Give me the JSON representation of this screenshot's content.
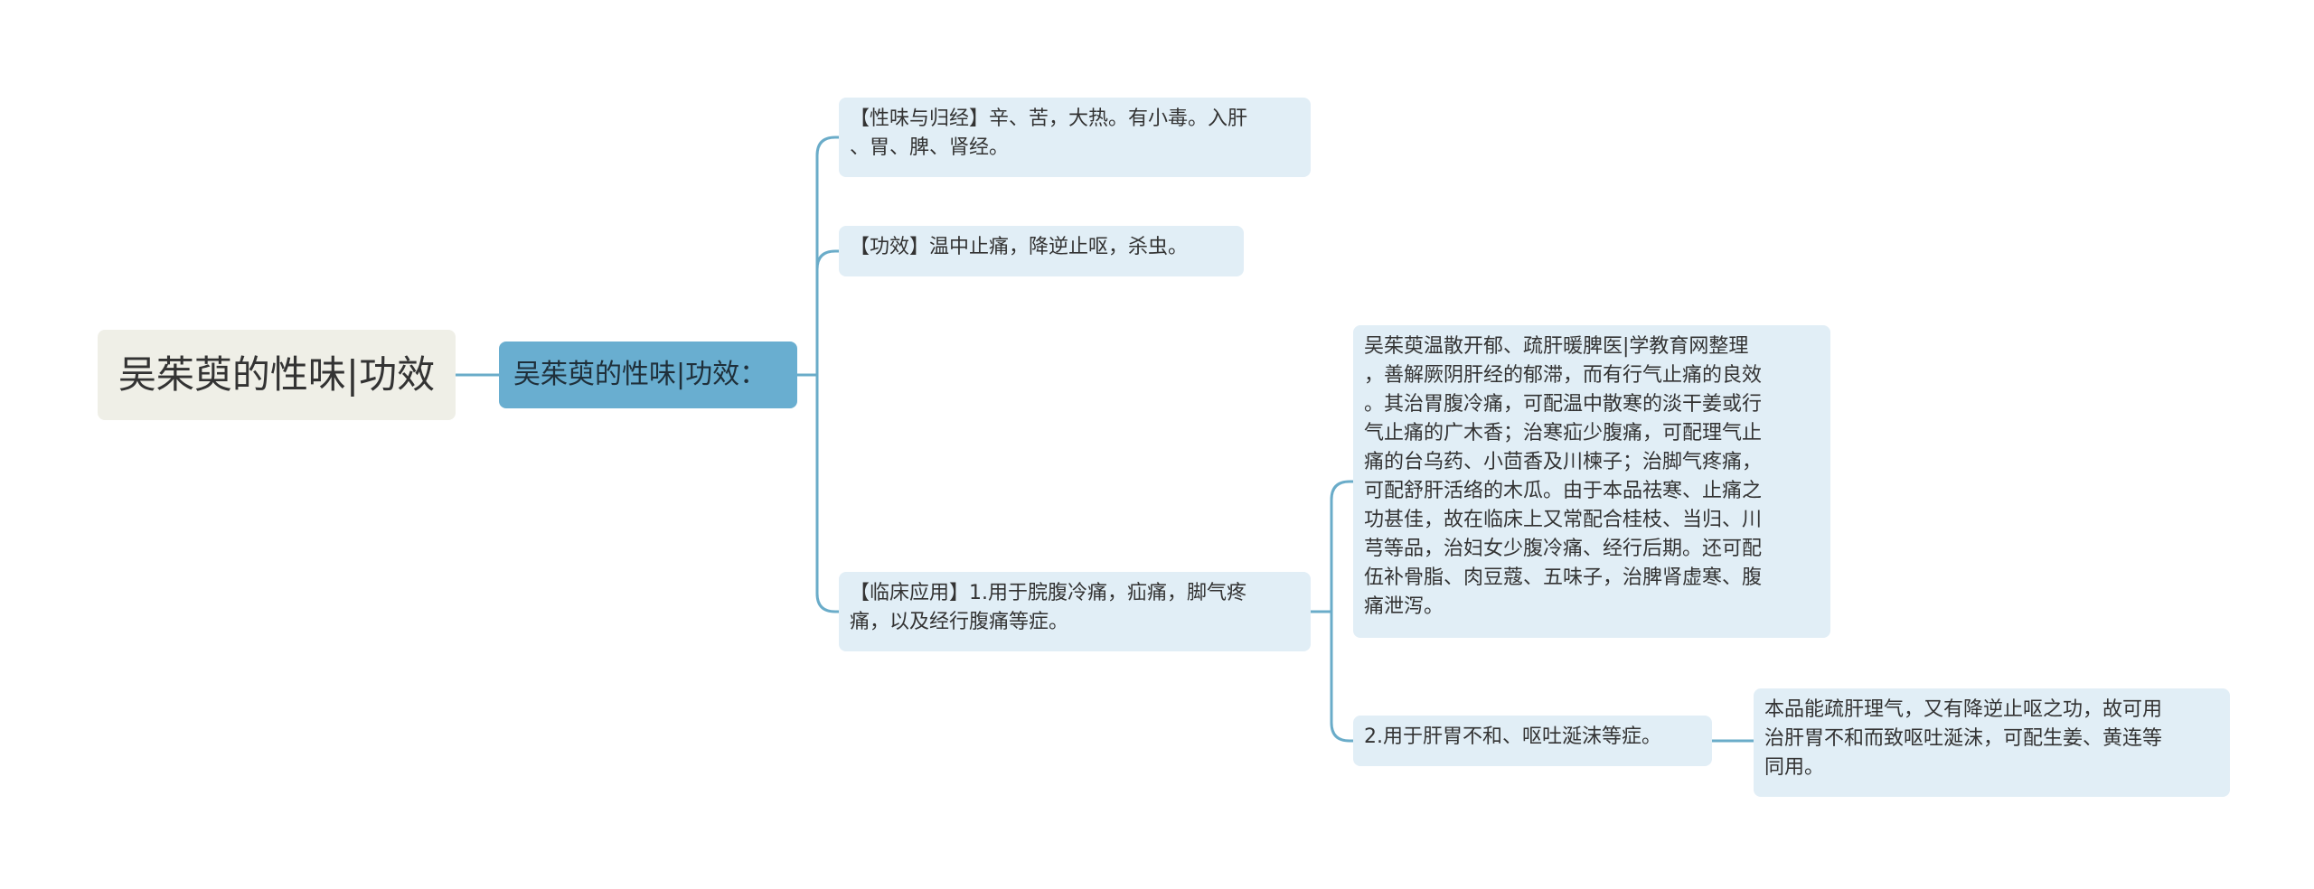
{
  "colors": {
    "root_bg": "#efefe7",
    "main_bg": "#69aed0",
    "leaf_bg": "#e1eef6",
    "connector": "#6aacc9",
    "text": "#333333"
  },
  "root": {
    "label": "吴茱萸的性味|功效"
  },
  "main": {
    "label": "吴茱萸的性味|功效："
  },
  "branches": {
    "properties": "【性味与归经】辛、苦，大热。有小毒。入肝\n、胃、脾、肾经。",
    "efficacy": "【功效】温中止痛，降逆止呕，杀虫。",
    "clinical": "【临床应用】1.用于脘腹冷痛，疝痛，脚气疼\n痛，以及经行腹痛等症。",
    "clinical_detail": "吴茱萸温散开郁、疏肝暖脾医|学教育网整理\n，善解厥阴肝经的郁滞，而有行气止痛的良效\n。其治胃腹冷痛，可配温中散寒的淡干姜或行\n气止痛的广木香；治寒疝少腹痛，可配理气止\n痛的台乌药、小茴香及川楝子；治脚气疼痛，\n可配舒肝活络的木瓜。由于本品祛寒、止痛之\n功甚佳，故在临床上又常配合桂枝、当归、川\n芎等品，治妇女少腹冷痛、经行后期。还可配\n伍补骨脂、肉豆蔻、五味子，治脾肾虚寒、腹\n痛泄泻。",
    "clinical_2": "2.用于肝胃不和、呕吐涎沫等症。",
    "clinical_2_detail": "本品能疏肝理气，又有降逆止呕之功，故可用\n治肝胃不和而致呕吐涎沫，可配生姜、黄连等\n同用。"
  }
}
